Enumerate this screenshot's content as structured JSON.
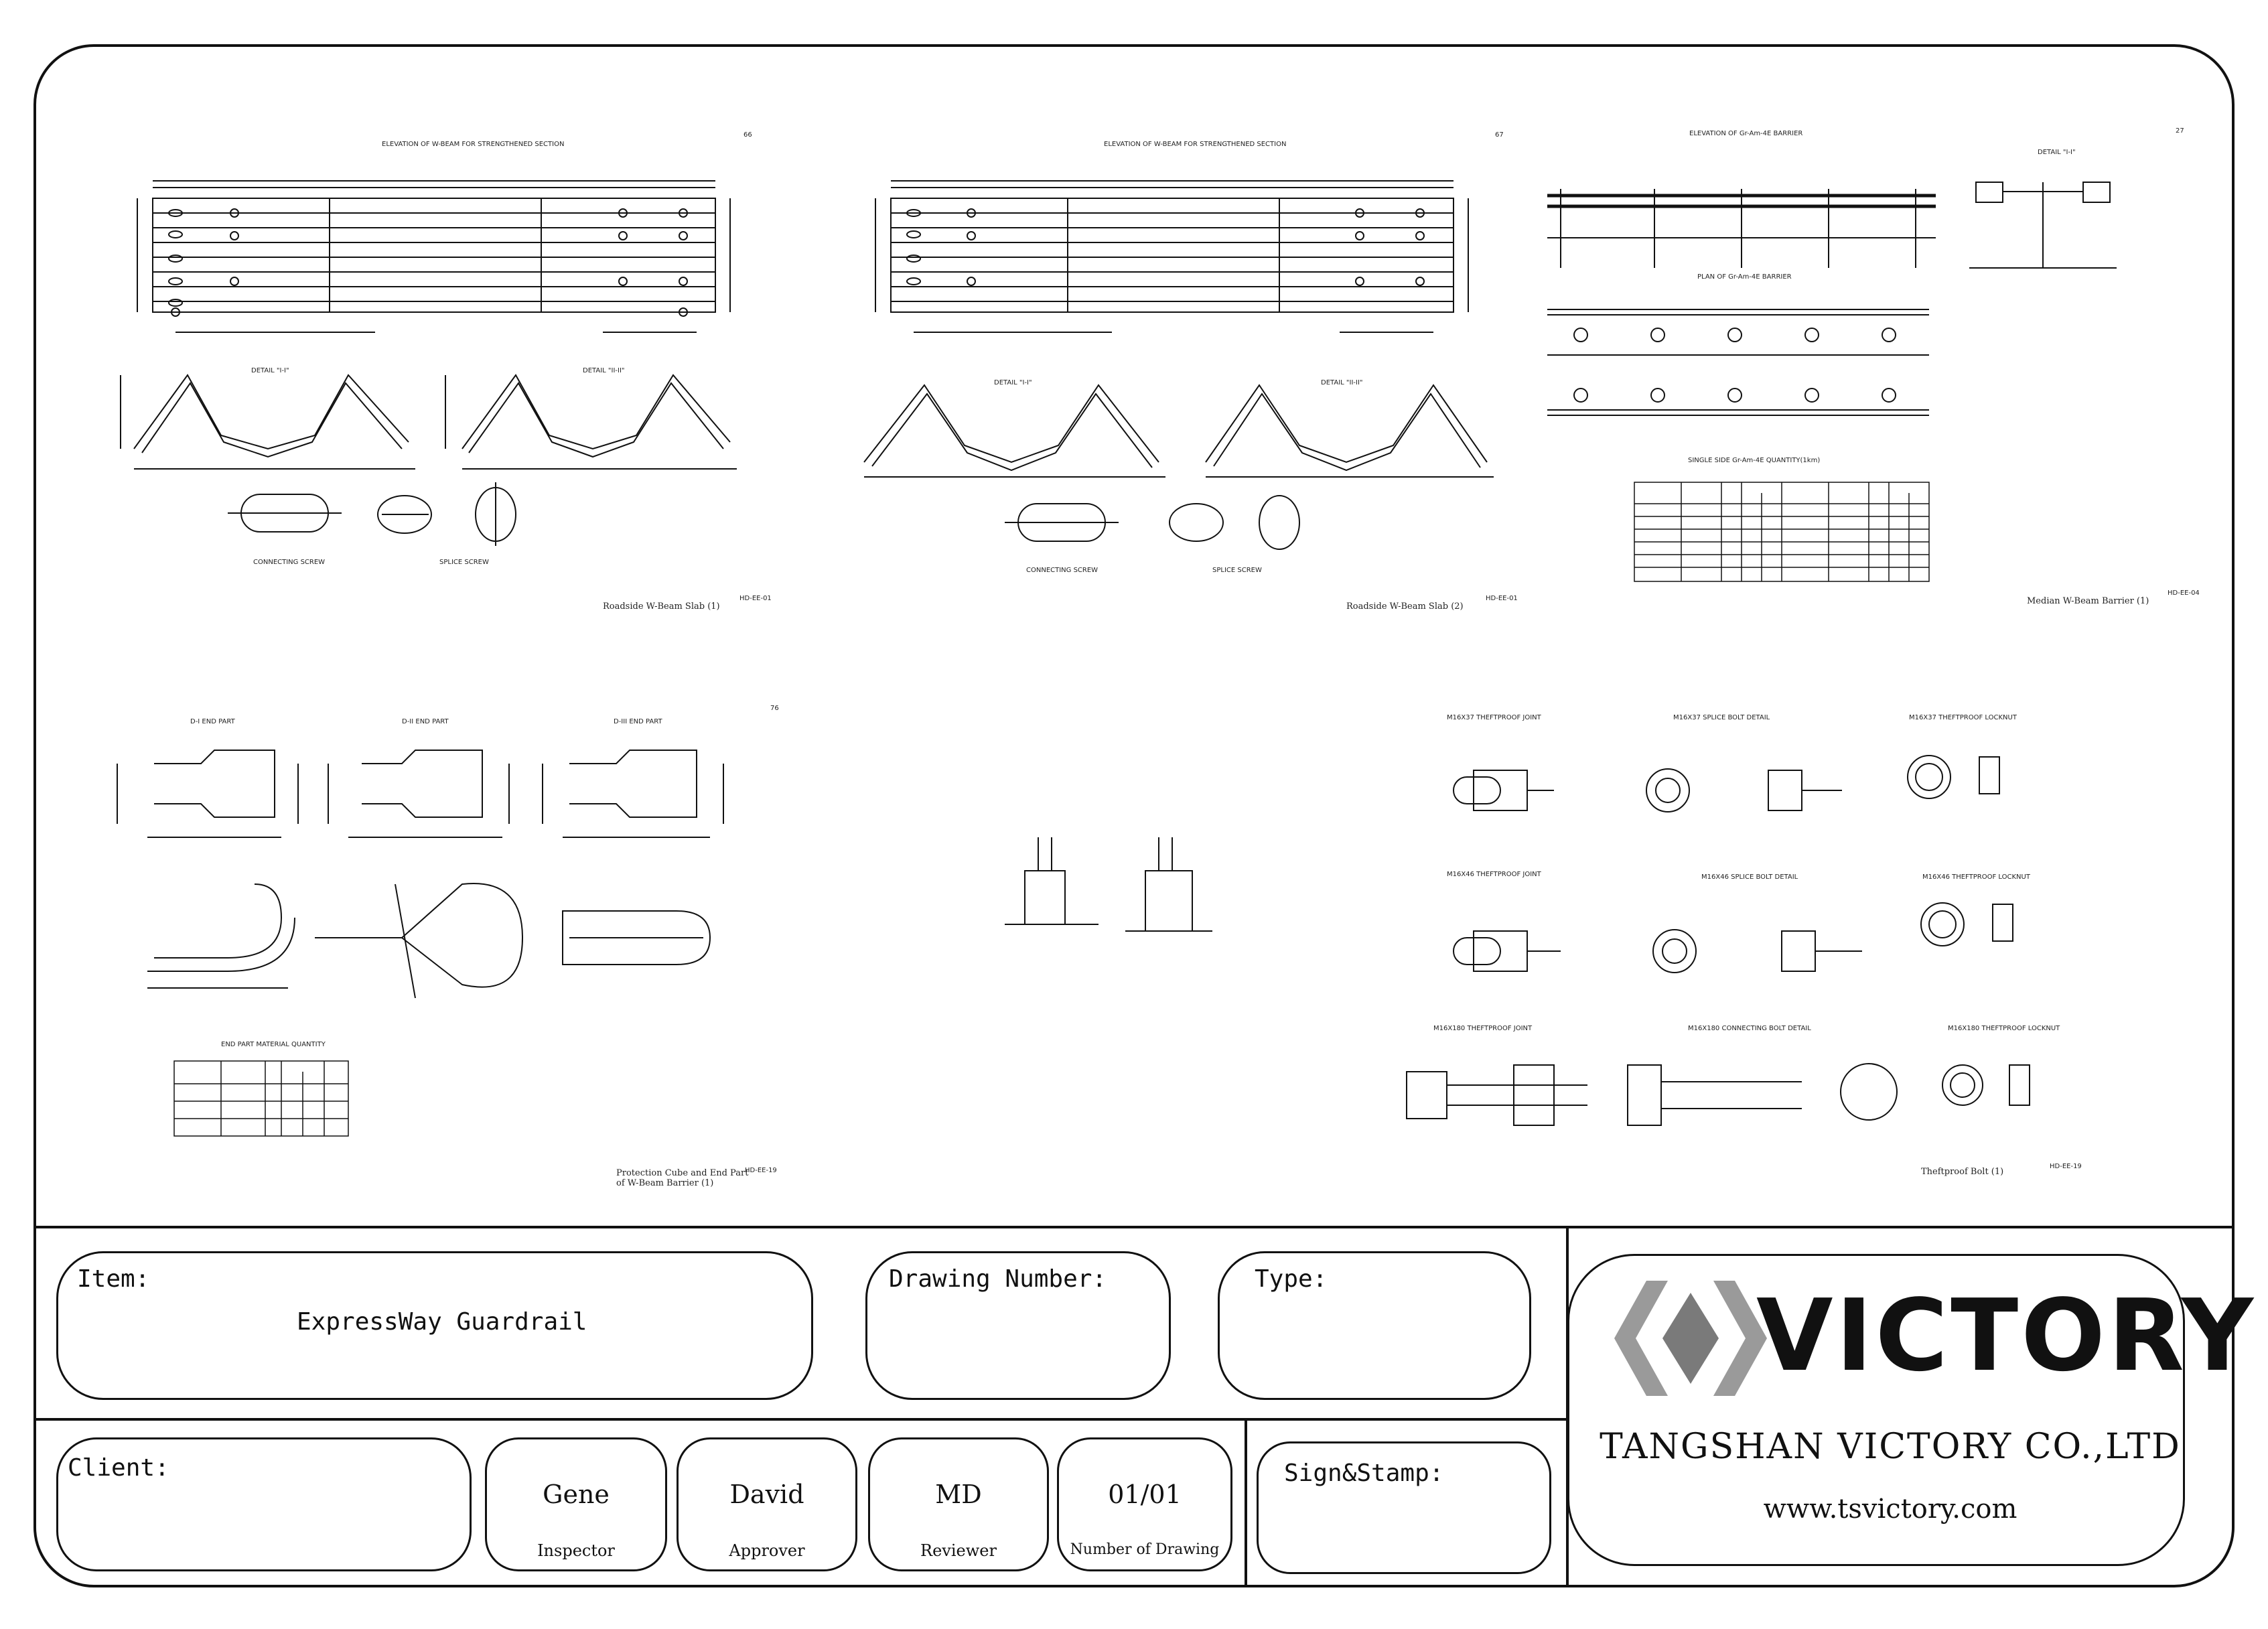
{
  "sheets": [
    {
      "caption": "Roadside W-Beam Slab (1)",
      "page_no": "66",
      "code": "HD-EE-01",
      "titles": [
        "ELEVATION OF W-BEAM FOR STRENGTHENED SECTION",
        "DETAIL \"I-I\"",
        "DETAIL \"II-II\"",
        "CONNECTING SCREW",
        "SPLICE SCREW"
      ]
    },
    {
      "caption": "Roadside W-Beam Slab (2)",
      "page_no": "67",
      "code": "HD-EE-01",
      "titles": [
        "ELEVATION OF W-BEAM FOR STRENGTHENED SECTION",
        "DETAIL \"I-I\"",
        "DETAIL \"II-II\"",
        "CONNECTING SCREW",
        "SPLICE SCREW"
      ]
    },
    {
      "caption": "Median W-Beam Barrier (1)",
      "page_no": "27",
      "code": "HD-EE-04",
      "titles": [
        "ELEVATION OF Gr-Am-4E BARRIER",
        "PLAN OF Gr-Am-4E BARRIER",
        "DETAIL \"I-I\"",
        "SINGLE SIDE Gr-Am-4E QUANTITY(1km)"
      ]
    },
    {
      "caption": "Protection Cube and End Part of W-Beam Barrier (1)",
      "page_no": "76",
      "code": "HD-EE-19",
      "titles": [
        "D-I END PART",
        "D-II END PART",
        "D-III END PART",
        "END PART MATERIAL QUANTITY"
      ]
    },
    {
      "caption": "Theftproof Bolt (1)",
      "page_no": "",
      "code": "HD-EE-19",
      "titles": [
        "M16X37 THEFTPROOF JOINT",
        "M16X37 SPLICE BOLT DETAIL",
        "M16X37 THEFTPROOF LOCKNUT",
        "M16X46 THEFTPROOF JOINT",
        "M16X46 SPLICE BOLT DETAIL",
        "M16X46 THEFTPROOF LOCKNUT",
        "M16X180 THEFTPROOF JOINT",
        "M16X180 CONNECTING BOLT DETAIL",
        "M16X180 THEFTPROOF LOCKNUT"
      ]
    }
  ],
  "title_block": {
    "item_label": "Item:",
    "item_value": "ExpressWay Guardrail",
    "drawing_number_label": "Drawing Number:",
    "drawing_number_value": "",
    "type_label": "Type:",
    "type_value": "",
    "client_label": "Client:",
    "client_value": "",
    "inspector": {
      "name": "Gene",
      "role": "Inspector"
    },
    "approver": {
      "name": "David",
      "role": "Approver"
    },
    "reviewer": {
      "name": "MD",
      "role": "Reviewer"
    },
    "drawings": {
      "value": "01/01",
      "role": "Number of Drawing"
    },
    "sign_label": "Sign&Stamp:",
    "company_logo_text": "VICTORY",
    "company_name": "TANGSHAN VICTORY CO.,LTD",
    "website": "www.tsvictory.com"
  },
  "colors": {
    "line": "#111111",
    "logo_gray": "#9a9a9a"
  }
}
